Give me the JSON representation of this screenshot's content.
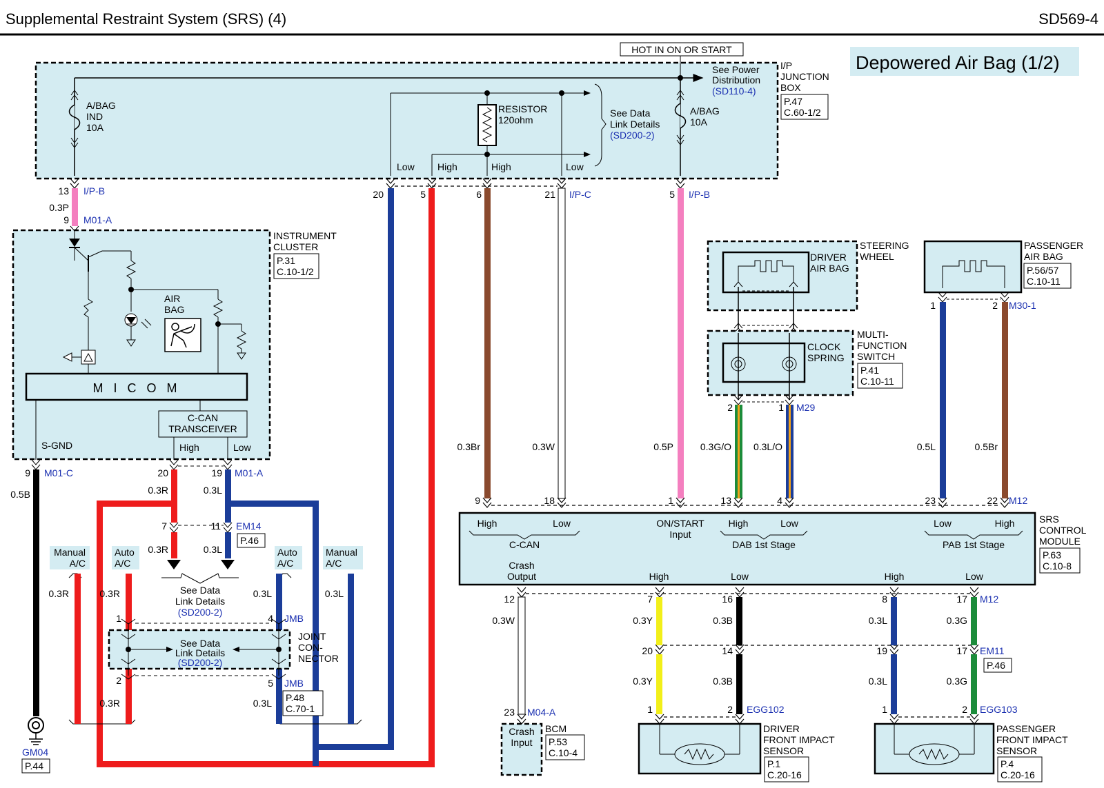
{
  "header": {
    "title": "Supplemental Restraint System (SRS) (4)",
    "code": "SD569-4",
    "subtitle": "Depowered Air Bag (1/2)"
  },
  "colors": {
    "panel_fill": "#d4ecf2",
    "wire_red": "#ee1c1c",
    "wire_blue": "#1b3d99",
    "wire_pink": "#f47fbf",
    "wire_brown": "#8a4a2e",
    "wire_yellow": "#f2ef1a",
    "wire_green": "#1c8c3a",
    "wire_black": "#000000",
    "wire_white": "#ffffff",
    "link_blue": "#1a2fb0"
  },
  "junction_box": {
    "hot_label": "HOT IN ON OR START",
    "name_l1": "I/P",
    "name_l2": "JUNCTION",
    "name_l3": "BOX",
    "ref_p": "P.47",
    "ref_c": "C.60-1/2",
    "fuse1_l1": "A/BAG",
    "fuse1_l2": "IND",
    "fuse1_l3": "10A",
    "fuse2_l1": "A/BAG",
    "fuse2_l2": "10A",
    "resistor_l1": "RESISTOR",
    "resistor_l2": "120ohm",
    "see_power_l1": "See Power",
    "see_power_l2": "Distribution",
    "see_power_ref": "(SD110-4)",
    "see_data_l1": "See Data",
    "see_data_l2": "Link Details",
    "see_data_ref": "(SD200-2)",
    "lbl_low": "Low",
    "lbl_high": "High"
  },
  "connectors": {
    "ipb": "I/P-B",
    "ipc": "I/P-C",
    "m01a": "M01-A",
    "m01c": "M01-C",
    "em14": "EM14",
    "em14_p": "P.46",
    "jmb": "JMB",
    "jmb_p": "P.48",
    "jmb_c": "C.70-1",
    "m29": "M29",
    "m30": "M30-1",
    "m12": "M12",
    "em11": "EM11",
    "em11_p": "P.46",
    "egg102": "EGG102",
    "egg103": "EGG103",
    "m04a": "M04-A",
    "gm04": "GM04",
    "gm04_p": "P.44"
  },
  "pins": {
    "p13": "13",
    "p9": "9",
    "p20": "20",
    "p5": "5",
    "p6": "6",
    "p21": "21",
    "p19": "19",
    "p7": "7",
    "p11": "11",
    "p1": "1",
    "p4": "4",
    "p2": "2",
    "p18": "18",
    "p23": "23",
    "p22": "22",
    "p12": "12",
    "p16": "16",
    "p8": "8",
    "p17": "17",
    "p14": "14"
  },
  "wires": {
    "w03p": "0.3P",
    "w05b": "0.5B",
    "w03r": "0.3R",
    "w03l": "0.3L",
    "w03br": "0.3Br",
    "w03w": "0.3W",
    "w05p": "0.5P",
    "w03go": "0.3G/O",
    "w03lo": "0.3L/O",
    "w05l": "0.5L",
    "w05br": "0.5Br",
    "w03y": "0.3Y",
    "w03b": "0.3B",
    "w03g": "0.3G"
  },
  "cluster": {
    "name_l1": "INSTRUMENT",
    "name_l2": "CLUSTER",
    "ref_p": "P.31",
    "ref_c": "C.10-1/2",
    "airbag_l1": "AIR",
    "airbag_l2": "BAG",
    "micom": "M I C O M",
    "ccan_l1": "C-CAN",
    "ccan_l2": "TRANSCEIVER",
    "sgnd": "S-GND",
    "high": "High",
    "low": "Low"
  },
  "options": {
    "manual_l1": "Manual",
    "ac": "A/C",
    "auto_l1": "Auto"
  },
  "see_data": {
    "l1": "See Data",
    "l2": "Link Details",
    "ref": "(SD200-2)"
  },
  "joint": {
    "l1": "JOINT",
    "l2": "CON-",
    "l3": "NECTOR"
  },
  "steering": {
    "name_l1": "STEERING",
    "name_l2": "WHEEL",
    "driver_l1": "DRIVER",
    "driver_l2": "AIR BAG",
    "mfs_l1": "MULTI-",
    "mfs_l2": "FUNCTION",
    "mfs_l3": "SWITCH",
    "mfs_p": "P.41",
    "mfs_c": "C.10-11",
    "clock_l1": "CLOCK",
    "clock_l2": "SPRING"
  },
  "passenger_ab": {
    "l1": "PASSENGER",
    "l2": "AIR BAG",
    "p": "P.56/57",
    "c": "C.10-11"
  },
  "srs": {
    "name_l1": "SRS",
    "name_l2": "CONTROL",
    "name_l3": "MODULE",
    "ref_p": "P.63",
    "ref_c": "C.10-8",
    "high": "High",
    "low": "Low",
    "ccan": "C-CAN",
    "on_l1": "ON/START",
    "on_l2": "Input",
    "dab": "DAB 1st Stage",
    "pab": "PAB 1st Stage",
    "crash_l1": "Crash",
    "crash_l2": "Output"
  },
  "bcm": {
    "name": "BCM",
    "in_l1": "Crash",
    "in_l2": "Input",
    "p": "P.53",
    "c": "C.10-4"
  },
  "dfis": {
    "l1": "DRIVER",
    "l2": "FRONT IMPACT",
    "l3": "SENSOR",
    "p": "P.1",
    "c": "C.20-16"
  },
  "pfis": {
    "l1": "PASSENGER",
    "l2": "FRONT IMPACT",
    "l3": "SENSOR",
    "p": "P.4",
    "c": "C.20-16"
  }
}
